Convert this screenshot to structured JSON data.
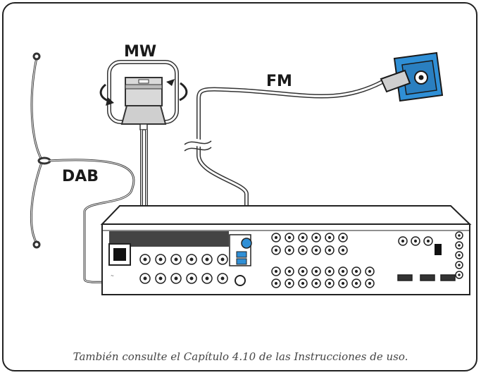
{
  "labels": {
    "mw": "MW",
    "fm": "FM",
    "dab": "DAB"
  },
  "caption": "También consulte el Capítulo 4.10 de las Instrucciones de uso.",
  "colors": {
    "wall_socket": "#2f8fd6",
    "cable": "#8a8a8a",
    "outline": "#222222"
  }
}
